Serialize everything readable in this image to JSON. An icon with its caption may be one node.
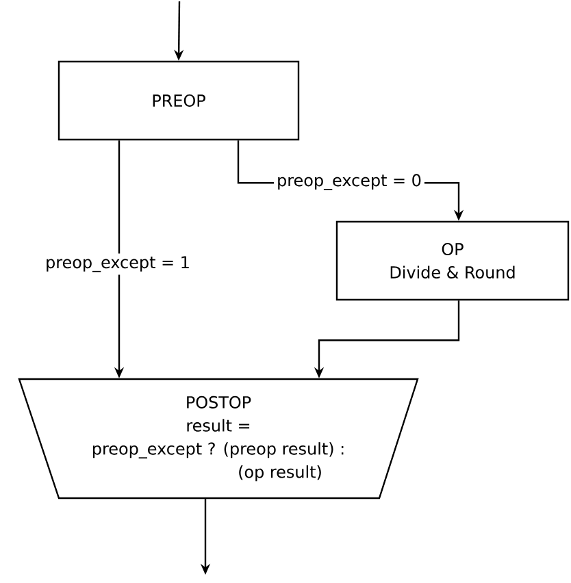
{
  "diagram": {
    "nodes": [
      {
        "text": [
          "PREOP"
        ]
      },
      {
        "text": [
          "OP",
          "Divide & Round"
        ]
      },
      {
        "text": [
          "POSTOP",
          "result =",
          "preop_except ? (preop result) :",
          "(op result)"
        ]
      }
    ],
    "edges": [
      {
        "from": null,
        "to": 0,
        "arrow": "to"
      },
      {
        "from": 0,
        "to": 2,
        "arrow": "to",
        "label": "preop_except = 1"
      },
      {
        "from": 0,
        "to": 1,
        "arrow": "to",
        "label": "preop_except = 0"
      },
      {
        "from": 1,
        "to": 2,
        "arrow": "to"
      },
      {
        "from": 2,
        "to": null,
        "arrow": "to"
      }
    ]
  }
}
